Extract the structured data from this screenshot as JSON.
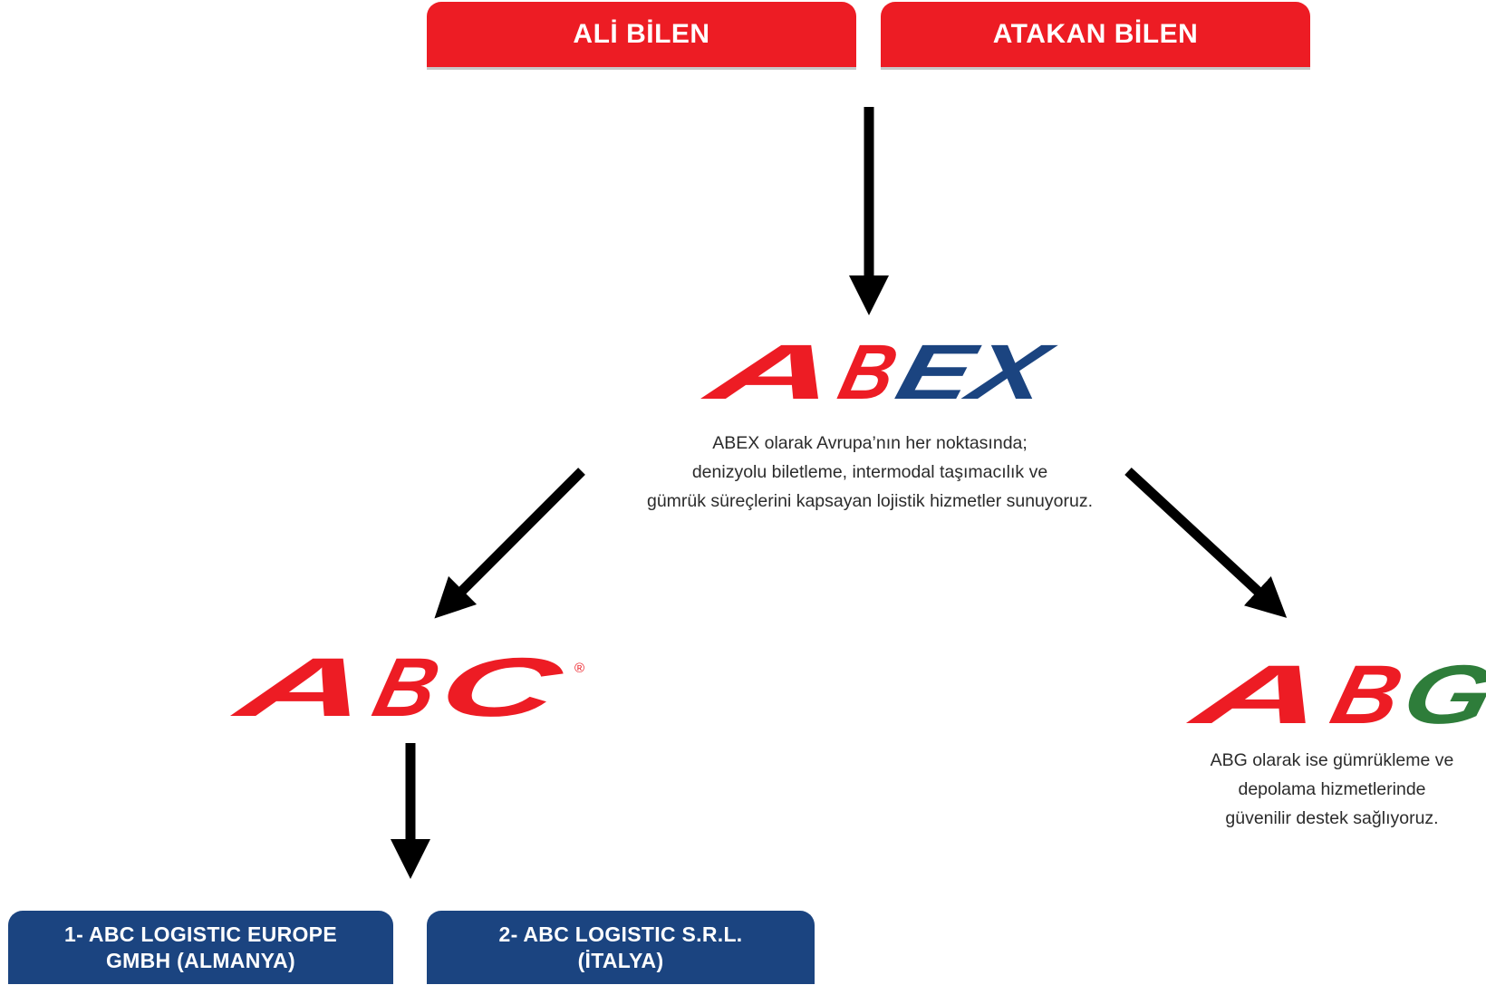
{
  "owners": [
    "ALİ BİLEN",
    "ATAKAN BİLEN"
  ],
  "logos": {
    "abex": {
      "parts": [
        "A",
        "B",
        "EX"
      ],
      "colors": [
        "#ED1C24",
        "#ED1C24",
        "#1B4480"
      ]
    },
    "abc": {
      "parts": [
        "A",
        "B",
        "C"
      ],
      "colors": [
        "#ED1C24",
        "#ED1C24",
        "#ED1C24"
      ],
      "mark": "®"
    },
    "abg": {
      "parts": [
        "A",
        "B",
        "G"
      ],
      "colors": [
        "#ED1C24",
        "#ED1C24",
        "#2E7D3A"
      ]
    }
  },
  "abex_description": "ABEX olarak Avrupa’nın her noktasında;\ndenizyolu biletleme, intermodal taşımacılık ve\ngümrük süreçlerini kapsayan lojistik hizmetler sunuyoruz.",
  "abg_description": "ABG olarak ise gümrükleme ve\ndepolama hizmetlerinde\ngüvenilir destek sağlıyoruz.",
  "subsidiaries": [
    "1- ABC LOGISTIC EUROPE\nGMBH (ALMANYA)",
    "2- ABC LOGISTIC S.R.L.\n(İTALYA)"
  ],
  "colors": {
    "brand_red": "#ED1C24",
    "brand_blue": "#1B4480",
    "brand_green": "#2E7D3A",
    "arrow": "#000000"
  }
}
